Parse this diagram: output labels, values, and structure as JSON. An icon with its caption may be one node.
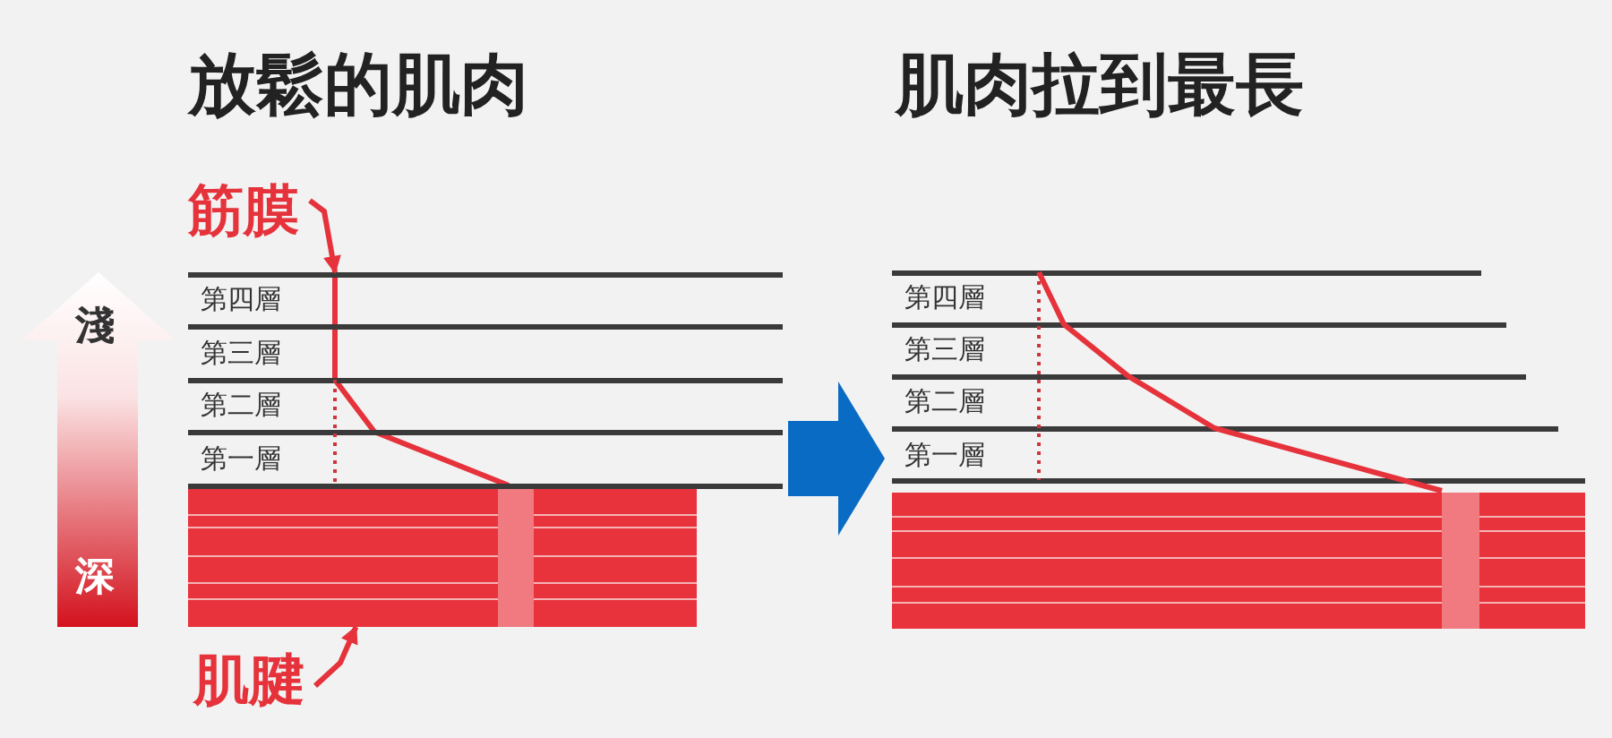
{
  "diagram": {
    "nodes": [
      {
        "text": [
          "放鬆的肌肉"
        ]
      },
      {
        "text": [
          "肌肉拉到最長"
        ]
      },
      {
        "text": [],
        "shape": "bar",
        "in": 0
      },
      {
        "text": [],
        "shape": "bar",
        "in": 1
      },
      {
        "text": [],
        "shape": "line",
        "in": 0
      },
      {
        "text": [
          "筋膜"
        ],
        "in": 0
      },
      {
        "text": [
          "肌腱"
        ]
      }
    ],
    "edges": [
      {
        "from": 0,
        "to": 1,
        "arrow": "to",
        "style": "thick",
        "color": "#0a6bc4"
      },
      {
        "from": 5,
        "to": 4,
        "arrow": "to",
        "color": "#e5323b"
      },
      {
        "from": 6,
        "to": 2,
        "arrow": "to",
        "color": "#e5323b"
      }
    ],
    "labels": [
      "淺",
      "深",
      "第四層",
      "第三層",
      "第二層",
      "第一層",
      "第四層",
      "第三層",
      "第二層",
      "第一層"
    ]
  }
}
